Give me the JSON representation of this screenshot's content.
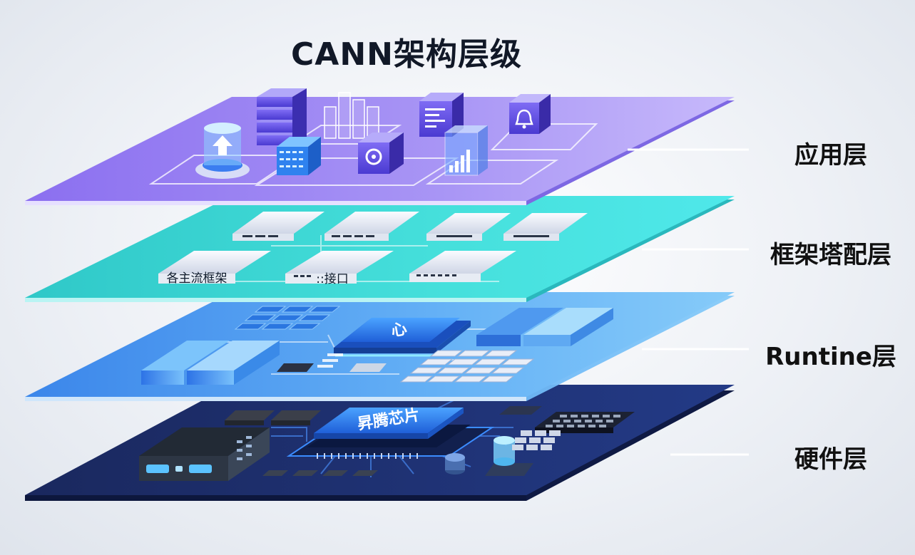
{
  "title": "CANN架构层级",
  "layers": [
    {
      "label": "应用层"
    },
    {
      "label": "框架塔配层",
      "block_labels": [
        "各主流框架",
        "::接口"
      ]
    },
    {
      "label": "Runtine层",
      "chip_label": "心"
    },
    {
      "label": "硬件层",
      "chip_label": "昇腾芯片"
    }
  ],
  "colors": {
    "app_layer": "#9b8cf0",
    "framework_layer": "#3fd6d6",
    "runtime_layer": "#5aa8f5",
    "hardware_layer": "#1e2f6e",
    "label_text": "#111111"
  }
}
